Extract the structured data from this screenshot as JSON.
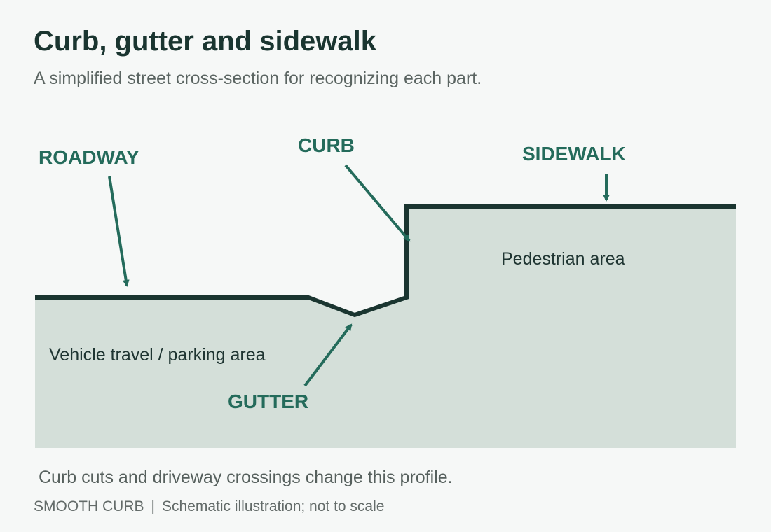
{
  "title": "Curb, gutter and sidewalk",
  "subtitle": "A simplified street cross-section for recognizing each part.",
  "colors": {
    "background": "#f6f8f7",
    "ground_fill": "#d4dfd9",
    "surface_line": "#1a3530",
    "accent": "#246b5b",
    "text_dark": "#1a3530",
    "text_muted": "#5b6562"
  },
  "labels": {
    "roadway": "ROADWAY",
    "curb": "CURB",
    "sidewalk": "SIDEWALK",
    "gutter": "GUTTER"
  },
  "areas": {
    "vehicle": "Vehicle travel / parking area",
    "pedestrian": "Pedestrian area"
  },
  "note": "Curb cuts and driveway crossings change this profile.",
  "footer": {
    "brand": "SMOOTH CURB",
    "separator": "|",
    "caption": "Schematic illustration; not to scale"
  }
}
